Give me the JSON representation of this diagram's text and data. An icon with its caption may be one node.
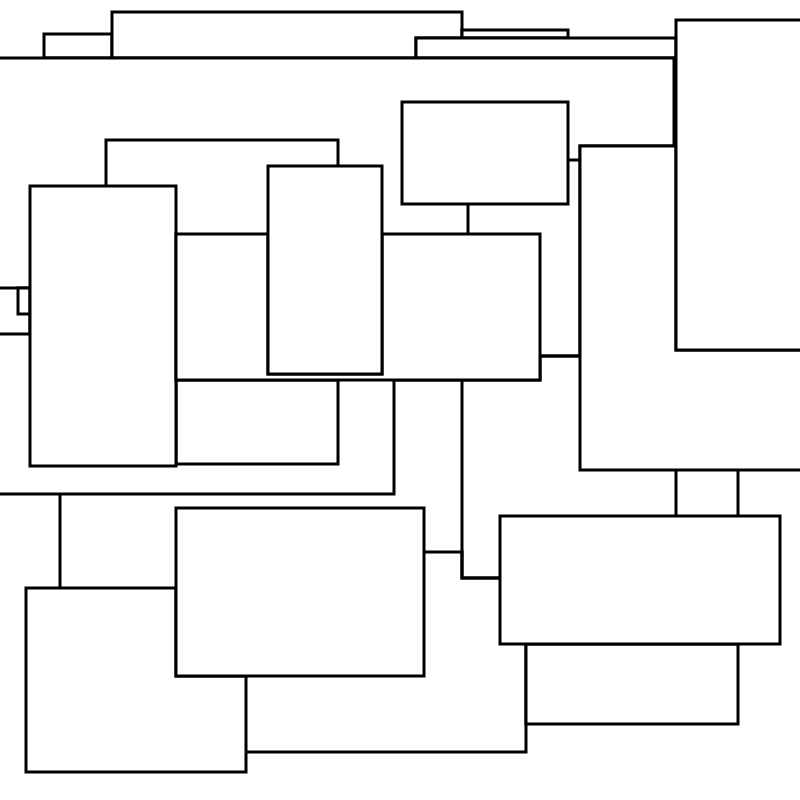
{
  "diagram": {
    "nodes": [
      {
        "text": [],
        "shape": "box"
      },
      {
        "text": [],
        "shape": "box"
      },
      {
        "text": [],
        "shape": "box"
      },
      {
        "text": [],
        "shape": "box"
      },
      {
        "text": [],
        "shape": "box"
      },
      {
        "text": [],
        "shape": "box",
        "in": 4
      },
      {
        "text": [],
        "shape": "box",
        "in": 4
      },
      {
        "text": [],
        "shape": "box",
        "in": 6
      },
      {
        "text": [],
        "shape": "box",
        "in": 4
      },
      {
        "text": [],
        "shape": "box",
        "in": 4
      },
      {
        "text": [],
        "shape": "box",
        "in": 4
      },
      {
        "text": [],
        "shape": "box",
        "in": 4
      },
      {
        "text": [],
        "shape": "box"
      },
      {
        "text": [],
        "shape": "box"
      },
      {
        "text": [],
        "shape": "box"
      },
      {
        "text": [],
        "shape": "box"
      },
      {
        "text": [],
        "shape": "box"
      },
      {
        "text": [],
        "shape": "box"
      },
      {
        "text": [],
        "shape": "box"
      }
    ],
    "edges": [
      {
        "from": 11,
        "to": 9,
        "arrow": "none"
      },
      {
        "from": 4,
        "to": 15,
        "arrow": "none"
      },
      {
        "from": 9,
        "to": 18,
        "arrow": "none"
      },
      {
        "from": 16,
        "to": 18,
        "arrow": "none"
      },
      {
        "from": 12,
        "to": 18,
        "arrow": "none"
      },
      {
        "from": 12,
        "to": 18,
        "arrow": "none"
      },
      {
        "from": 11,
        "to": 12,
        "arrow": "none"
      },
      {
        "from": 8,
        "to": 10,
        "arrow": "none"
      },
      {
        "from": 9,
        "to": 12,
        "arrow": "none"
      }
    ]
  }
}
